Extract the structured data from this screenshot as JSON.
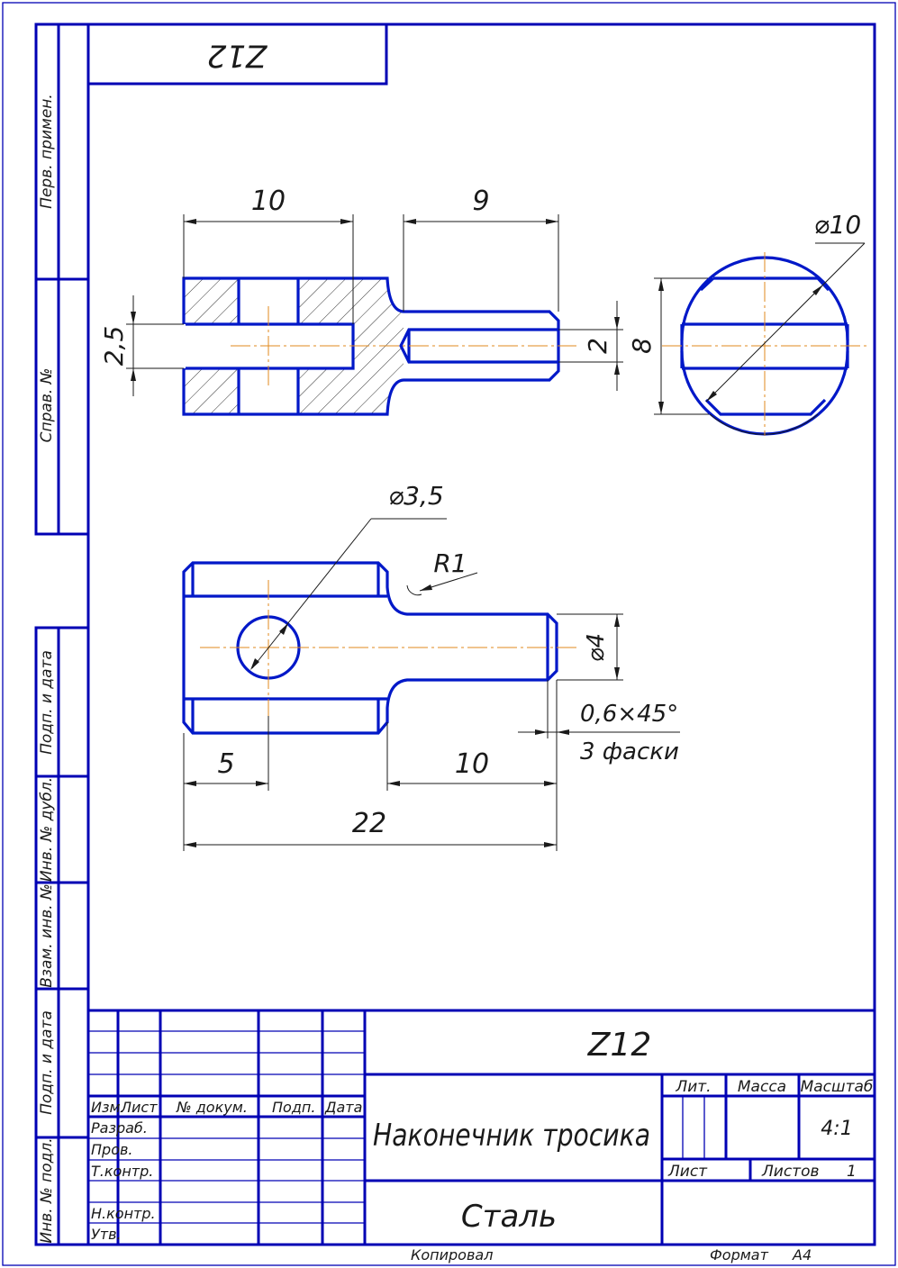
{
  "sheet_code": "Z12",
  "stamp": {
    "code": "Z12",
    "title": "Наконечник тросика",
    "material": "Сталь",
    "headers": {
      "izm": "Изм.",
      "list": "Лист",
      "doc": "№ докум.",
      "podp": "Подп.",
      "date": "Дата",
      "lit": "Лит.",
      "mass": "Масса",
      "scale": "Масштаб"
    },
    "roles": {
      "razrab": "Разраб.",
      "prov": "Пров.",
      "tkontr": "Т.контр.",
      "nkontr": "Н.контр.",
      "utv": "Утв."
    },
    "scale_value": "4:1",
    "sheet_label": "Лист",
    "sheets_label": "Листов",
    "sheets_count": "1",
    "copied": "Копировал",
    "format_label": "Формат",
    "format_value": "A4"
  },
  "side_columns": {
    "perv_primen": "Перв. примен.",
    "sprav_no": "Справ. №",
    "podp_data_top": "Подп. и дата",
    "inv_dubl": "Инв. № дубл.",
    "vzam_inv": "Взам. инв. №",
    "podp_data_bottom": "Подп. и дата",
    "inv_podl": "Инв. № подл."
  },
  "dimensions": {
    "top_width_10": "10",
    "top_width_9": "9",
    "slot_2_5": "2,5",
    "bore_2": "2",
    "height_8": "8",
    "diam_10": "⌀10",
    "hole_3_5": "⌀3,5",
    "radius_r1": "R1",
    "shank_diam_4": "⌀4",
    "chamfer": "0,6×45°",
    "chamfer_note": "3 фаски",
    "bottom_5": "5",
    "bottom_10": "10",
    "overall_22": "22"
  },
  "colors": {
    "frame": "#0000b4",
    "outline": "#0018c8",
    "axis": "#e08a1e",
    "dimension": "#1a1a1a"
  }
}
